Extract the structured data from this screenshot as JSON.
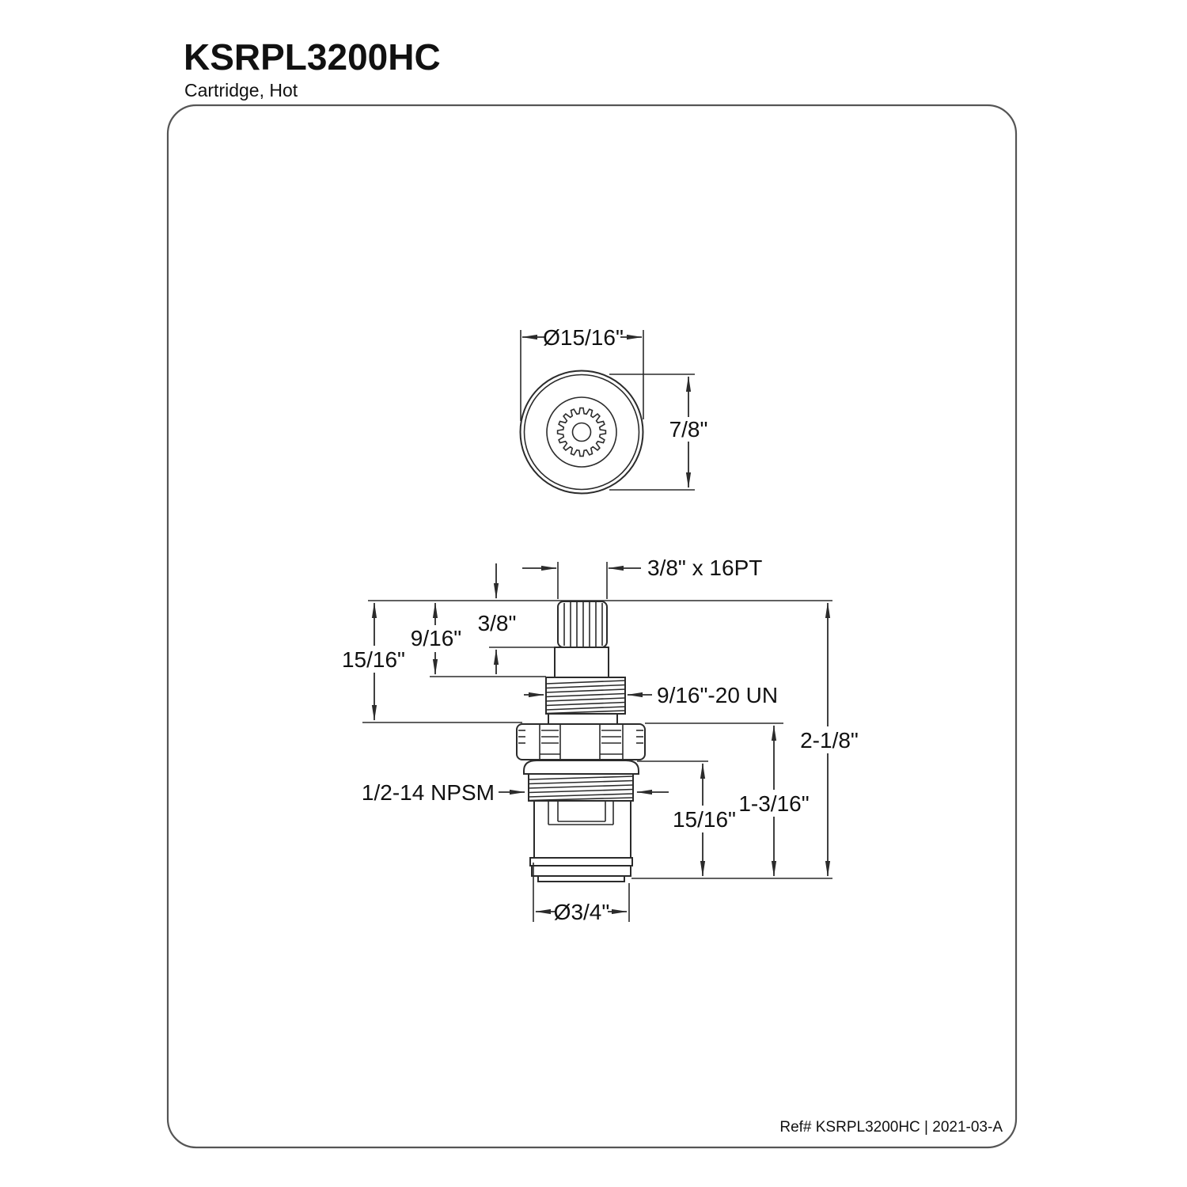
{
  "header": {
    "title": "KSRPL3200HC",
    "subtitle": "Cartridge, Hot"
  },
  "footer": {
    "ref": "Ref# KSRPL3200HC | 2021-03-A"
  },
  "top_view": {
    "diameter_label": "Ø15/16\"",
    "height_label": "7/8\""
  },
  "side_view": {
    "spline_label": "3/8\" x 16PT",
    "spline_height_label": "3/8\"",
    "upper_stem_label": "9/16\"",
    "upper_section_label": "15/16\"",
    "un_thread_label": "9/16\"-20 UN",
    "overall_height_label": "2-1/8\"",
    "npsm_thread_label": "1/2-14 NPSM",
    "body_height_label": "15/16\"",
    "lower_section_label": "1-3/16\"",
    "base_diameter_label": "Ø3/4\""
  }
}
